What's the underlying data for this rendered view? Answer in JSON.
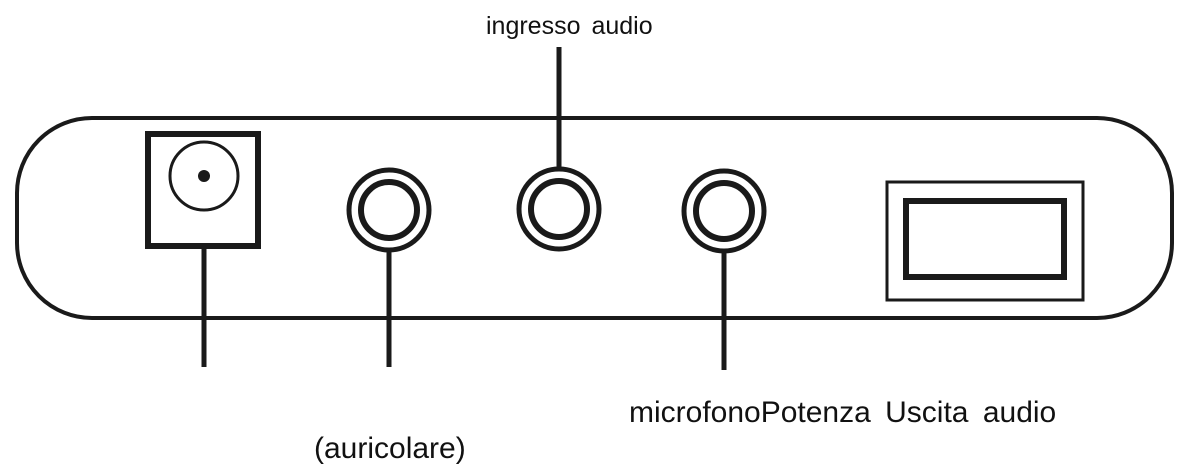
{
  "labels": {
    "top": "ingresso  audio",
    "bottom_right": "microfonoPotenza  Uscita  audio",
    "bottom_left": "(auricolare)"
  },
  "colors": {
    "stroke": "#1a1a1a",
    "background": "#ffffff"
  }
}
